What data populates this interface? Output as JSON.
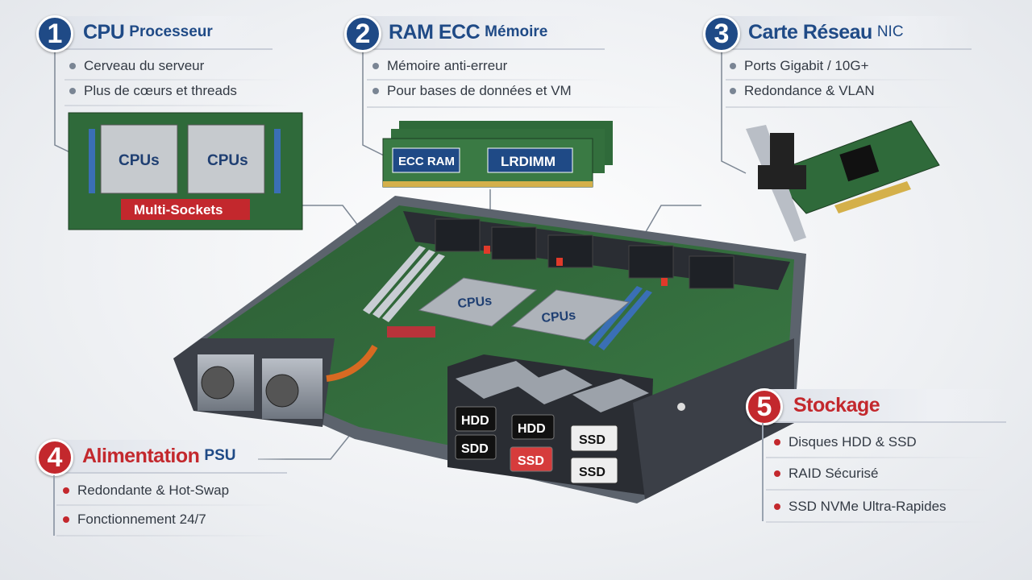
{
  "sections": [
    {
      "number": "1",
      "title": "CPU",
      "subtitle": "Processeur",
      "bullets": [
        "Cerveau du serveur",
        "Plus de cœurs et threads"
      ]
    },
    {
      "number": "2",
      "title": "RAM ECC",
      "subtitle": "Mémoire",
      "bullets": [
        "Mémoire anti-erreur",
        "Pour bases de données et VM"
      ]
    },
    {
      "number": "3",
      "title": "Carte Réseau",
      "subtitle": "NIC",
      "bullets": [
        "Ports Gigabit / 10G+",
        "Redondance & VLAN"
      ]
    },
    {
      "number": "4",
      "title": "Alimentation",
      "subtitle": "PSU",
      "bullets": [
        "Redondante & Hot-Swap",
        "Fonctionnement 24/7"
      ]
    },
    {
      "number": "5",
      "title": "Stockage",
      "subtitle": "",
      "bullets": [
        "Disques HDD & SSD",
        "RAID Sécurisé",
        "SSD NVMe Ultra-Rapides"
      ]
    }
  ],
  "illustration_labels": {
    "cpu_chip": "CPUs",
    "multi_sockets": "Multi-Sockets",
    "ecc_ram": "ECC RAM",
    "lrdimm": "LRDIMM",
    "drives": [
      "HDD",
      "SDD",
      "HDD",
      "SSD",
      "SSD",
      "SSD"
    ]
  },
  "colors": {
    "navy": "#1f4a86",
    "red": "#c3282d",
    "pcb": "#2f6a3a"
  }
}
